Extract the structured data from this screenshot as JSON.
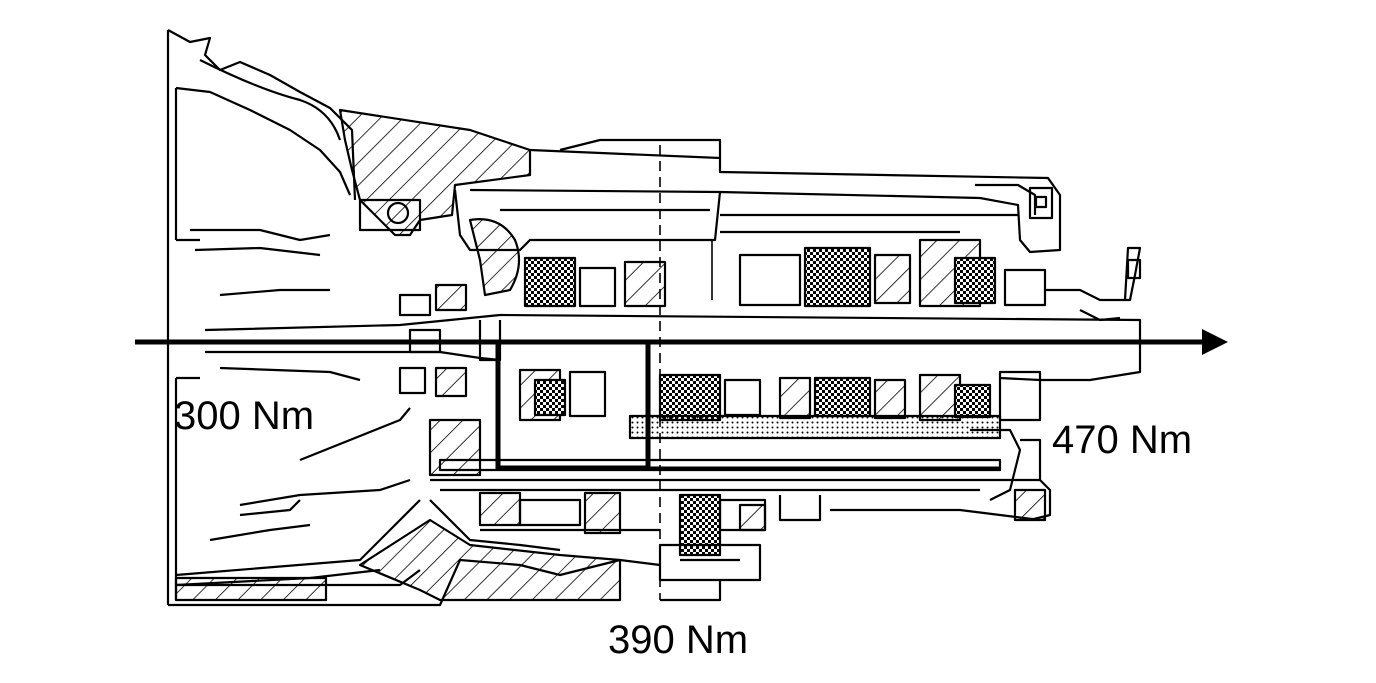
{
  "labels": {
    "input_torque": "300 Nm",
    "output_torque": "470 Nm",
    "countershaft_torque": "390 Nm"
  },
  "colors": {
    "line": "#000000",
    "background": "#ffffff"
  }
}
